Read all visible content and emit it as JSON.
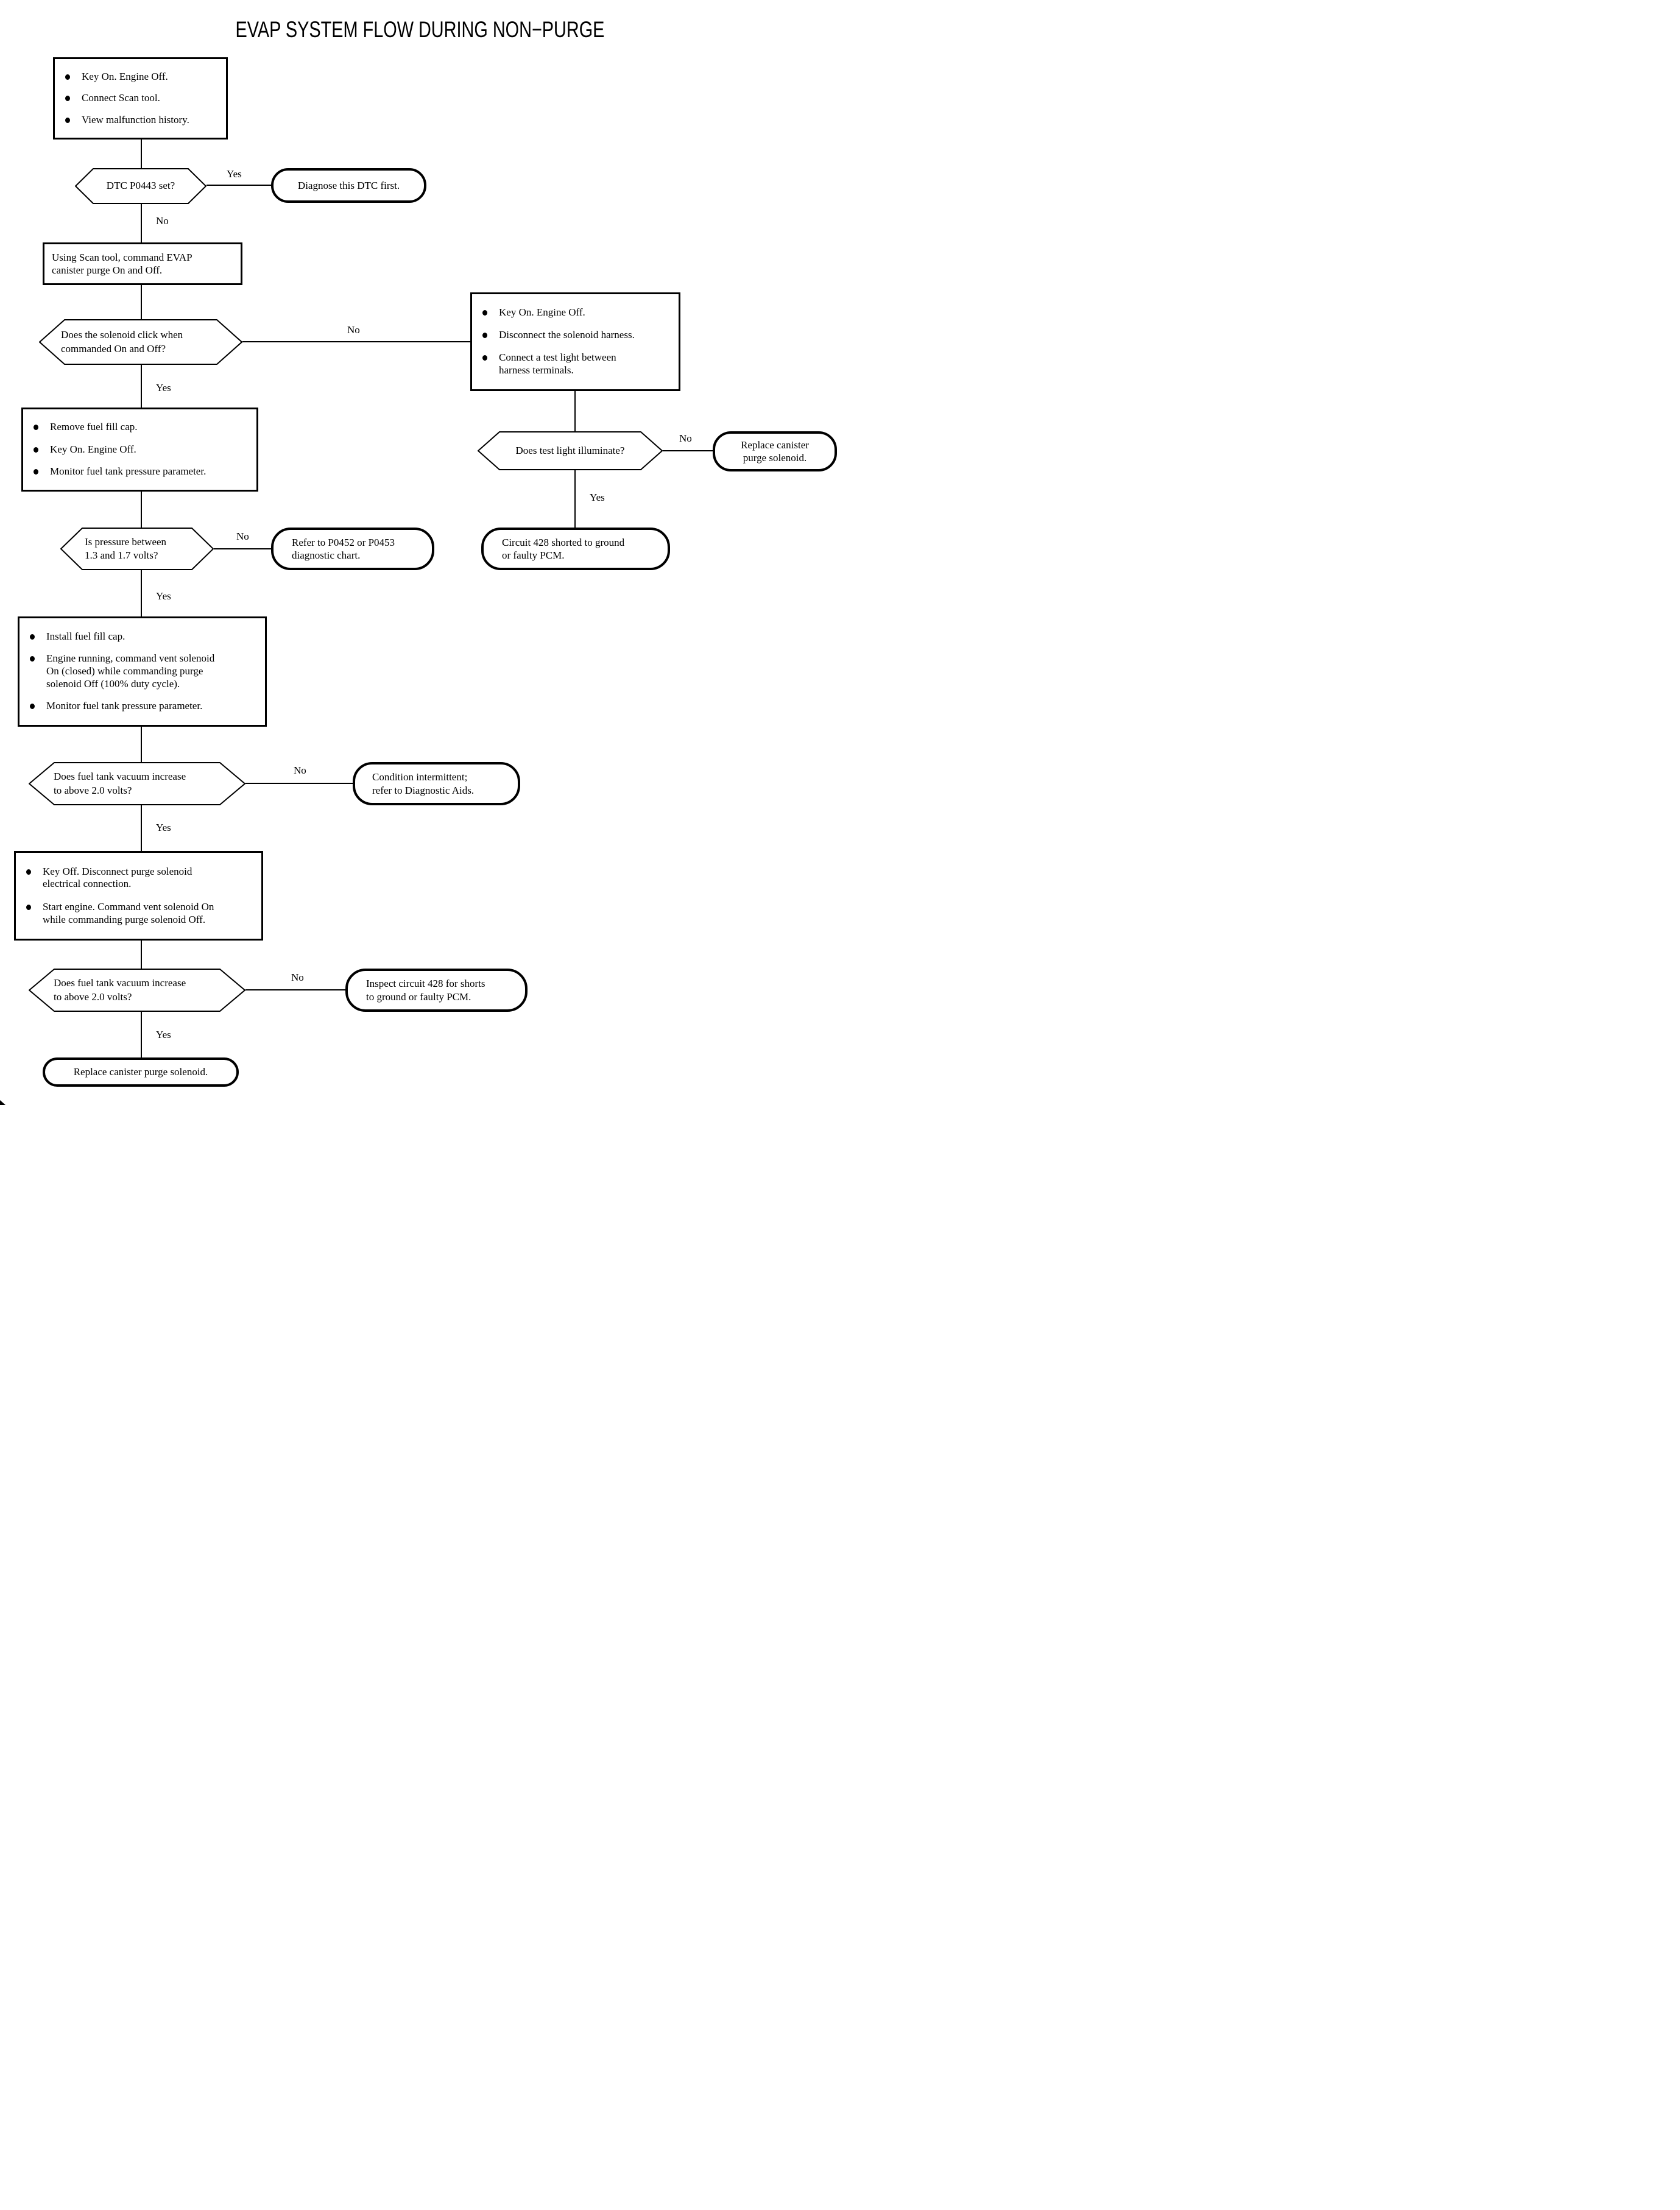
{
  "title": "EVAP SYSTEM FLOW DURING NON−PURGE",
  "labels": {
    "yes": "Yes",
    "no": "No"
  },
  "nodes": {
    "start": {
      "type": "process",
      "items": [
        "Key On. Engine Off.",
        "Connect Scan tool.",
        "View malfunction history."
      ]
    },
    "dtc_set": {
      "type": "decision",
      "text": "DTC P0443 set?"
    },
    "diagnose_first": {
      "type": "terminal",
      "text": "Diagnose this DTC first."
    },
    "command_purge": {
      "type": "process",
      "line1": "Using Scan tool, command EVAP",
      "line2": "canister purge On and Off."
    },
    "solenoid_click": {
      "type": "decision",
      "line1": "Does the solenoid click when",
      "line2": "commanded On and Off?"
    },
    "test_light_setup": {
      "type": "process",
      "items": [
        "Key On. Engine Off.",
        "Disconnect the solenoid harness.",
        "Connect a test light between harness terminals."
      ]
    },
    "remove_cap": {
      "type": "process",
      "items": [
        "Remove fuel fill cap.",
        "Key On. Engine Off.",
        "Monitor fuel tank pressure parameter."
      ]
    },
    "test_light": {
      "type": "decision",
      "text": "Does test light illuminate?"
    },
    "replace_solenoid_right": {
      "type": "terminal",
      "line1": "Replace canister",
      "line2": "purge solenoid."
    },
    "circuit_shorted": {
      "type": "terminal",
      "line1": "Circuit 428 shorted to ground",
      "line2": "or faulty PCM."
    },
    "pressure_check": {
      "type": "decision",
      "line1": "Is pressure between",
      "line2": "1.3 and 1.7 volts?"
    },
    "refer_chart": {
      "type": "terminal",
      "line1": "Refer to P0452 or P0453",
      "line2": "diagnostic chart."
    },
    "install_cap": {
      "type": "process",
      "items": [
        "Install fuel fill cap.",
        "Engine running, command vent solenoid On (closed) while commanding purge solenoid Off (100% duty cycle).",
        "Monitor fuel tank pressure parameter."
      ]
    },
    "vacuum_check_1": {
      "type": "decision",
      "line1": "Does fuel tank vacuum increase",
      "line2": "to above 2.0 volts?"
    },
    "condition_intermittent": {
      "type": "terminal",
      "line1": "Condition intermittent;",
      "line2": "refer to Diagnostic Aids."
    },
    "key_off": {
      "type": "process",
      "items": [
        "Key Off. Disconnect purge solenoid electrical connection.",
        "Start engine. Command vent solenoid On while commanding purge solenoid Off."
      ]
    },
    "vacuum_check_2": {
      "type": "decision",
      "line1": "Does fuel tank vacuum increase",
      "line2": "to above 2.0 volts?"
    },
    "inspect_circuit": {
      "type": "terminal",
      "line1": "Inspect circuit 428 for shorts",
      "line2": "to ground or faulty PCM."
    },
    "replace_solenoid_final": {
      "type": "terminal",
      "text": "Replace canister purge solenoid."
    }
  },
  "colors": {
    "ink": "#000000",
    "paper": "#ffffff"
  }
}
